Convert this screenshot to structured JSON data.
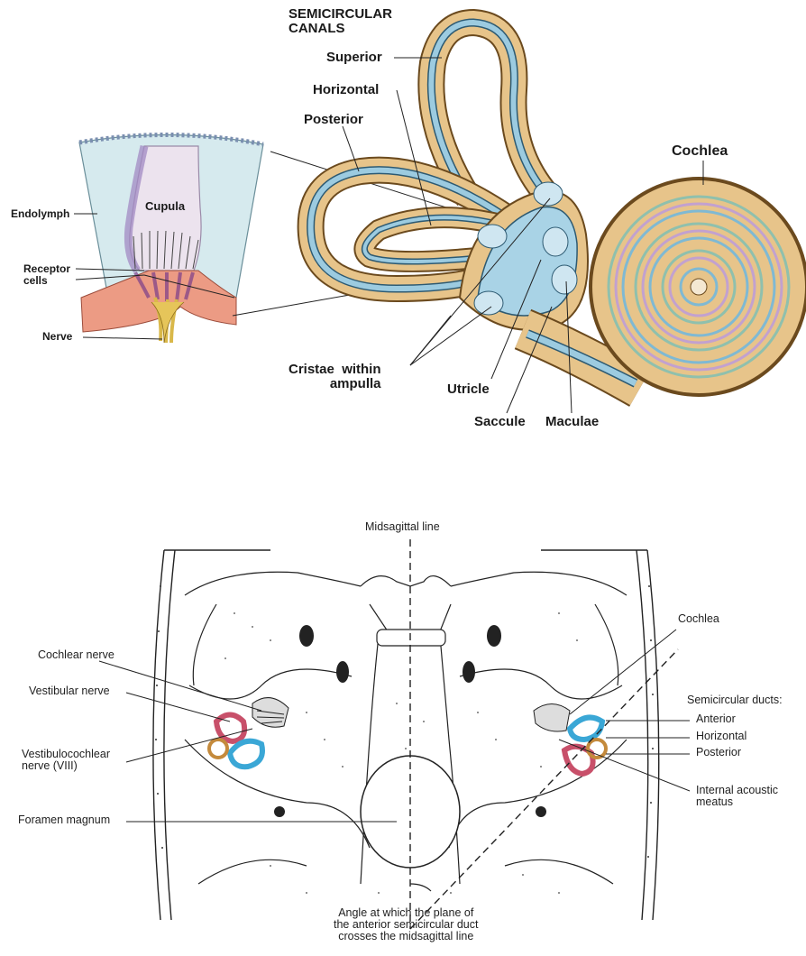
{
  "inner_ear_diagram": {
    "heading": "SEMICIRCULAR\nCANALS",
    "canals": {
      "superior": "Superior",
      "horizontal": "Horizontal",
      "posterior": "Posterior"
    },
    "cochlea": "Cochlea",
    "inset": {
      "endolymph": "Endolymph",
      "cupula": "Cupula",
      "receptor_cells": "Receptor\ncells",
      "nerve": "Nerve"
    },
    "cristae": "Cristae  within\nampulla",
    "utricle": "Utricle",
    "saccule": "Saccule",
    "maculae": "Maculae"
  },
  "skull_diagram": {
    "midsagittal_line": "Midsagittal line",
    "cochlear_nerve": "Cochlear nerve",
    "vestibular_nerve": "Vestibular nerve",
    "vestibulocochlear_nerve": "Vestibulocochlear\nnerve (VIII)",
    "foramen_magnum": "Foramen magnum",
    "cochlea": "Cochlea",
    "semicircular_ducts": "Semicircular ducts:",
    "anterior": "Anterior",
    "horizontal": "Horizontal",
    "posterior": "Posterior",
    "internal_acoustic_meatus": "Internal acoustic\nmeatus",
    "angle_caption": "Angle at which the plane of\nthe anterior semicircular duct\ncrosses the midsagittal line"
  },
  "colors": {
    "canal_tan": "#e7c48a",
    "canal_outline": "#6b4a1e",
    "duct_blue": "#8fc3dc",
    "endolymph_bg": "#d6eaee",
    "cupula": "#ece3ee",
    "duct_anterior": "#3aa7d6",
    "duct_posterior": "#c8506a",
    "duct_horizontal": "#c48a3c"
  }
}
